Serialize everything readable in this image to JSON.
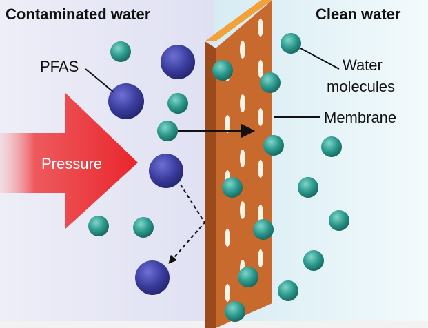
{
  "labels": {
    "left_title": "Contaminated water",
    "right_title": "Clean water",
    "pfas": "PFAS",
    "water_line1": "Water",
    "water_line2": "molecules",
    "membrane": "Membrane",
    "pressure": "Pressure"
  },
  "colors": {
    "contaminated_bg": "#e8e8f5",
    "clean_bg": "#e3f1f6",
    "membrane_front": "#c8692e",
    "membrane_edge": "#f2a23a",
    "pfas_sphere": "#3a3c9e",
    "water_sphere": "#2d9a8e",
    "pressure_arrow": "#e8262c"
  }
}
